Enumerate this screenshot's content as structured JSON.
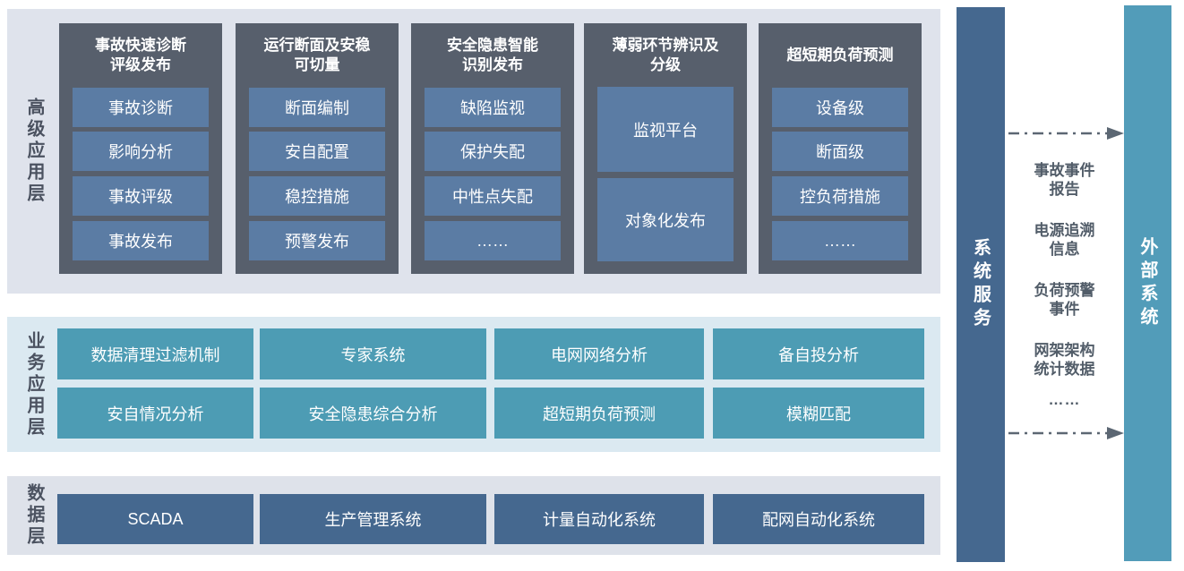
{
  "layers": {
    "advanced": {
      "label": "高级应用层",
      "columns": [
        {
          "title": "事故快速诊断\n评级发布",
          "items": [
            "事故诊断",
            "影响分析",
            "事故评级",
            "事故发布"
          ]
        },
        {
          "title": "运行断面及安稳\n可切量",
          "items": [
            "断面编制",
            "安自配置",
            "稳控措施",
            "预警发布"
          ]
        },
        {
          "title": "安全隐患智能\n识别发布",
          "items": [
            "缺陷监视",
            "保护失配",
            "中性点失配",
            "……"
          ]
        },
        {
          "title": "薄弱环节辨识及\n分级",
          "items": [
            "监视平台",
            "对象化发布"
          ]
        },
        {
          "title": "超短期负荷预测",
          "items": [
            "设备级",
            "断面级",
            "控负荷措施",
            "……"
          ]
        }
      ]
    },
    "business": {
      "label": "业务应用层",
      "rows": [
        [
          "数据清理过滤机制",
          "专家系统",
          "电网网络分析",
          "备自投分析"
        ],
        [
          "安自情况分析",
          "安全隐患综合分析",
          "超短期负荷预测",
          "模糊匹配"
        ]
      ]
    },
    "data": {
      "label": "数据层",
      "items": [
        "SCADA",
        "生产管理系统",
        "计量自动化系统",
        "配网自动化系统"
      ]
    }
  },
  "right_panel": {
    "system_services_label": "系统服务",
    "external_systems_label": "外部系统",
    "exchange_items": [
      "事故事件\n报告",
      "电源追溯\n信息",
      "负荷预警\n事件",
      "网架架构\n统计数据",
      "……"
    ]
  },
  "colors": {
    "section_advanced_bg": "#dfe3ec",
    "section_business_bg": "#dbe9f1",
    "section_data_bg": "#dee2ea",
    "column_container": "#575f6c",
    "module_steel_blue": "#5b7ca4",
    "business_teal": "#4d9cb4",
    "data_navy": "#45688f",
    "external_bar_teal": "#529cb9",
    "layer_label_text": "#4b5260",
    "exchange_text": "#525d69",
    "arrow": "#5c6773",
    "box_text": "#ffffff"
  }
}
